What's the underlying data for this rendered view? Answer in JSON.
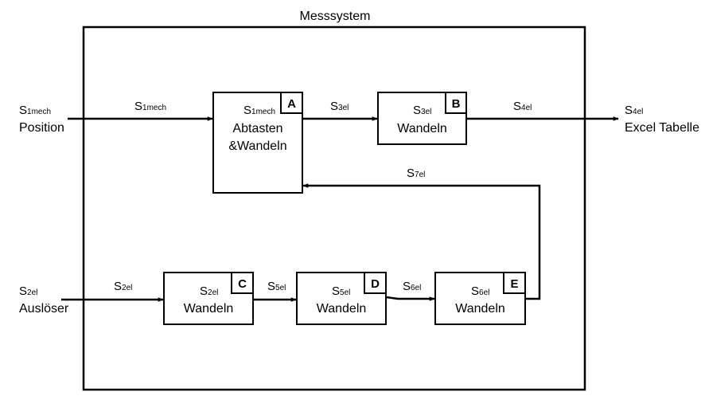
{
  "diagram": {
    "title": "Messsystem",
    "inputs": {
      "position": {
        "signal": {
          "main": "S",
          "sub": "1mech"
        },
        "label": "Position"
      },
      "trigger": {
        "signal": {
          "main": "S",
          "sub": "2el"
        },
        "label": "Auslöser"
      }
    },
    "output": {
      "signal": {
        "main": "S",
        "sub": "4el"
      },
      "label": "Excel Tabelle"
    },
    "blocks": {
      "A": {
        "tag": "A",
        "signal": {
          "main": "S",
          "sub": "1mech"
        },
        "line1": "Abtasten",
        "line2": "&Wandeln"
      },
      "B": {
        "tag": "B",
        "signal": {
          "main": "S",
          "sub": "3el"
        },
        "label": "Wandeln"
      },
      "C": {
        "tag": "C",
        "signal": {
          "main": "S",
          "sub": "2el"
        },
        "label": "Wandeln"
      },
      "D": {
        "tag": "D",
        "signal": {
          "main": "S",
          "sub": "5el"
        },
        "label": "Wandeln"
      },
      "E": {
        "tag": "E",
        "signal": {
          "main": "S",
          "sub": "6el"
        },
        "label": "Wandeln"
      }
    },
    "edges": {
      "s1": {
        "main": "S",
        "sub": "1mech"
      },
      "s3": {
        "main": "S",
        "sub": "3el"
      },
      "s4": {
        "main": "S",
        "sub": "4el"
      },
      "s7": {
        "main": "S",
        "sub": "7el"
      },
      "s2": {
        "main": "S",
        "sub": "2el"
      },
      "s5": {
        "main": "S",
        "sub": "5el"
      },
      "s6": {
        "main": "S",
        "sub": "6el"
      }
    }
  }
}
